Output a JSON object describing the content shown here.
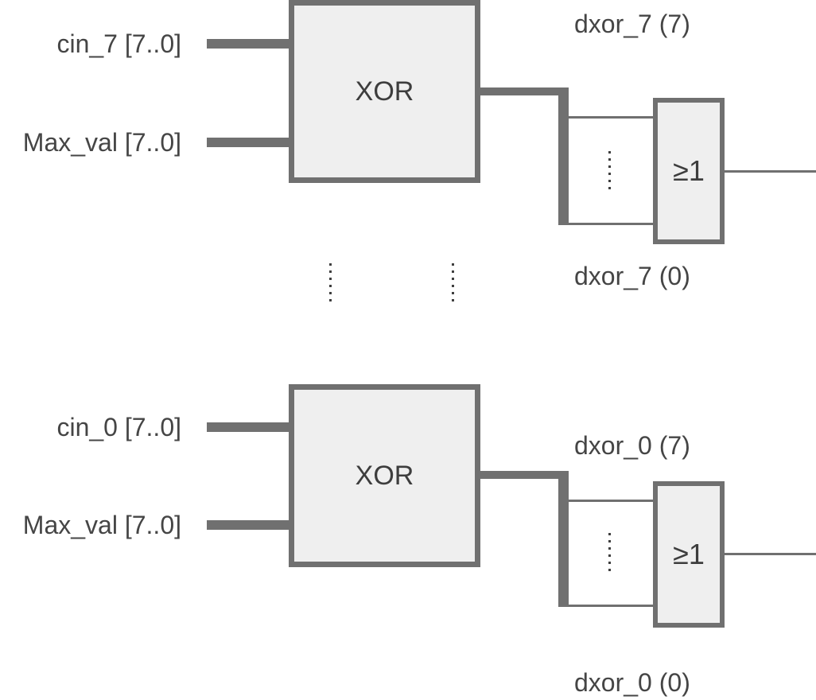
{
  "diagram": {
    "type": "logic-schematic",
    "description_colors": {
      "wire": "#707070",
      "gate_fill": "#efefef",
      "gate_border": "#707070",
      "gate_text": "#3d3d3d",
      "label_text": "#454545",
      "background": "#ffffff"
    },
    "sections": [
      {
        "inputs": [
          {
            "label": "cin_7 [7..0]"
          },
          {
            "label": "Max_val [7..0]"
          }
        ],
        "xor_label": "XOR",
        "or_label": "≥1",
        "out_top": "dxor_7 (7)",
        "out_bottom": "dxor_7 (0)"
      },
      {
        "inputs": [
          {
            "label": "cin_0 [7..0]"
          },
          {
            "label": "Max_val [7..0]"
          }
        ],
        "xor_label": "XOR",
        "or_label": "≥1",
        "out_top": "dxor_0 (7)",
        "out_bottom": "dxor_0 (0)"
      }
    ]
  }
}
